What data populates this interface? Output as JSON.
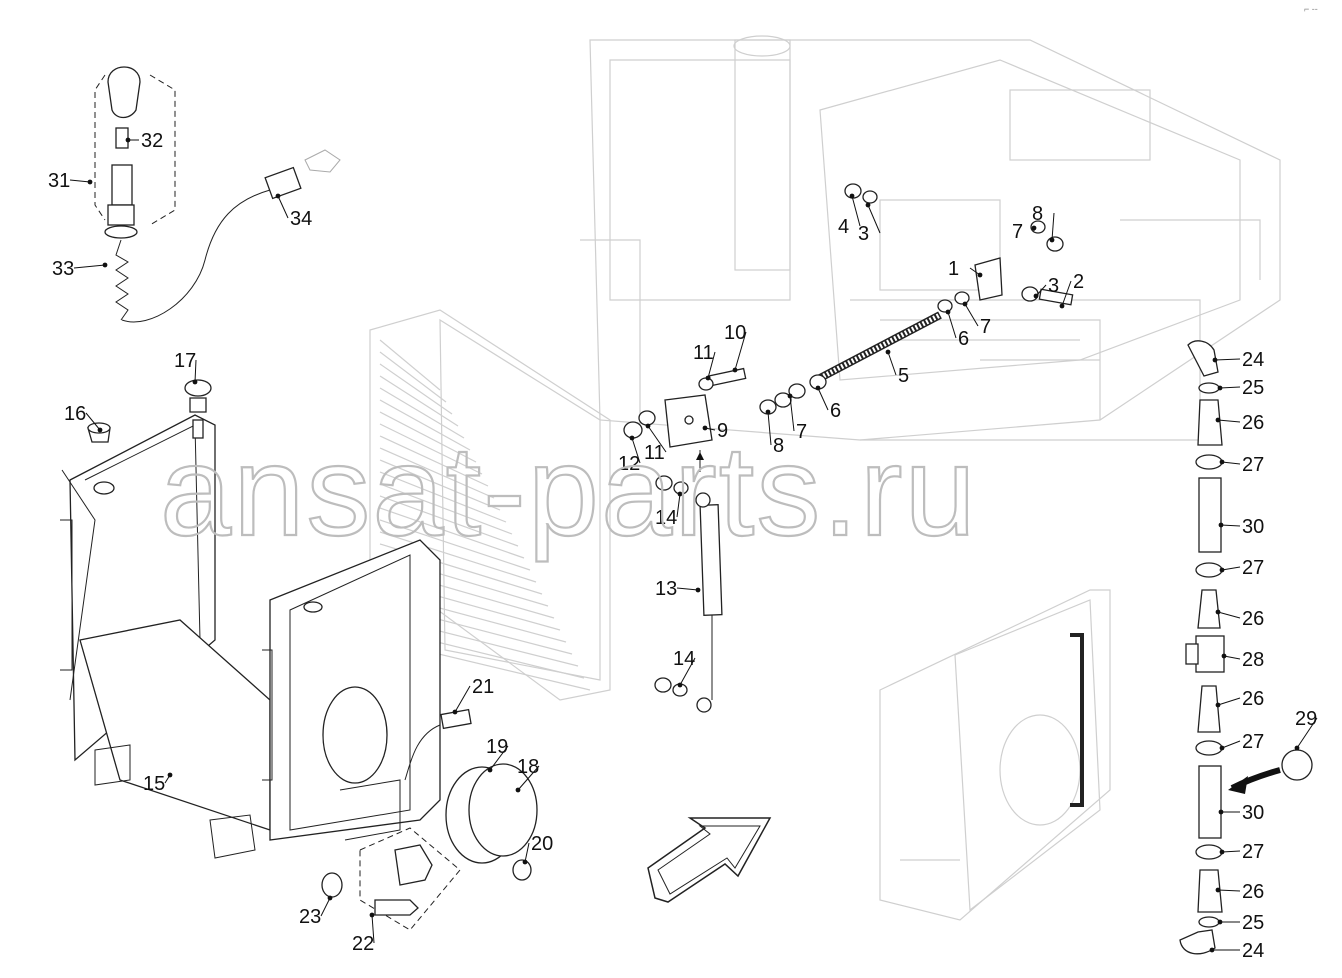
{
  "watermark": "ansat-parts.ru",
  "corner_mark": "⌐ ‑‑",
  "callouts": [
    "1",
    "2",
    "3",
    "3",
    "4",
    "5",
    "6",
    "6",
    "7",
    "7",
    "7",
    "8",
    "8",
    "9",
    "10",
    "11",
    "11",
    "12",
    "13",
    "14",
    "14",
    "15",
    "16",
    "17",
    "18",
    "19",
    "20",
    "21",
    "22",
    "23",
    "24",
    "24",
    "25",
    "25",
    "26",
    "26",
    "26",
    "26",
    "27",
    "27",
    "27",
    "27",
    "28",
    "29",
    "30",
    "30",
    "31",
    "32",
    "33",
    "34"
  ],
  "icons": [
    "exploded-assembly-diagram",
    "direction-arrow-icon",
    "curved-arrow-icon"
  ]
}
